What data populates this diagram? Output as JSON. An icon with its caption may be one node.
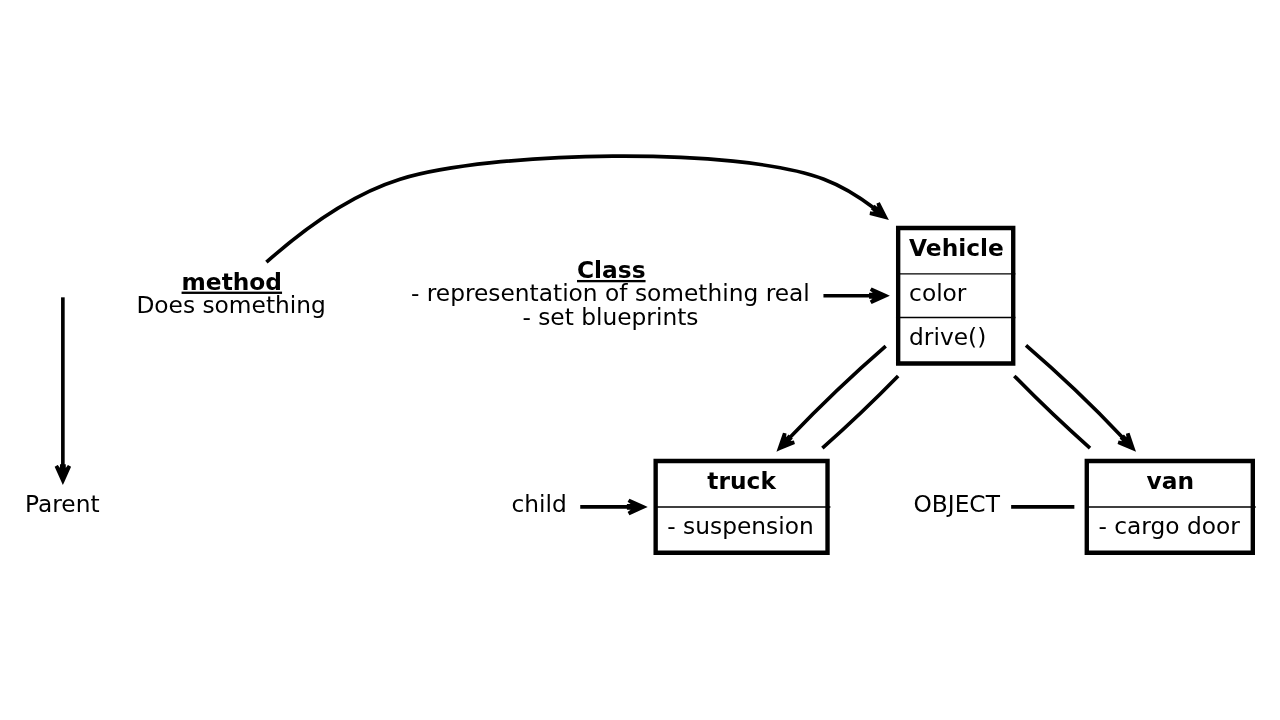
{
  "diagram": {
    "nodes": [
      {
        "text": [
          "Parent"
        ]
      },
      {
        "text": [
          "Vehicle",
          "color",
          "drive()"
        ]
      },
      {
        "text": [
          "method",
          "Does something"
        ]
      },
      {
        "text": [
          "Class",
          "- representation of something real",
          "- set blueprints"
        ]
      },
      {
        "text": [
          "truck",
          "- suspension"
        ]
      },
      {
        "text": [
          "van",
          "- cargo door"
        ]
      },
      {
        "text": [
          "child"
        ]
      },
      {
        "text": [
          "OBJECT"
        ]
      }
    ],
    "edges": [
      {
        "from": null,
        "to": 0,
        "arrow": "to"
      },
      {
        "from": 2,
        "to": 1,
        "arrow": "to"
      },
      {
        "from": 3,
        "to": 1,
        "arrow": "to"
      },
      {
        "from": 1,
        "to": 4,
        "arrow": "to"
      },
      {
        "from": 1,
        "to": 4,
        "arrow": "none"
      },
      {
        "from": 1,
        "to": 5,
        "arrow": "none"
      },
      {
        "from": 1,
        "to": 5,
        "arrow": "to"
      },
      {
        "from": 6,
        "to": 4,
        "arrow": "to"
      },
      {
        "from": 7,
        "to": 5,
        "arrow": "none"
      }
    ]
  }
}
